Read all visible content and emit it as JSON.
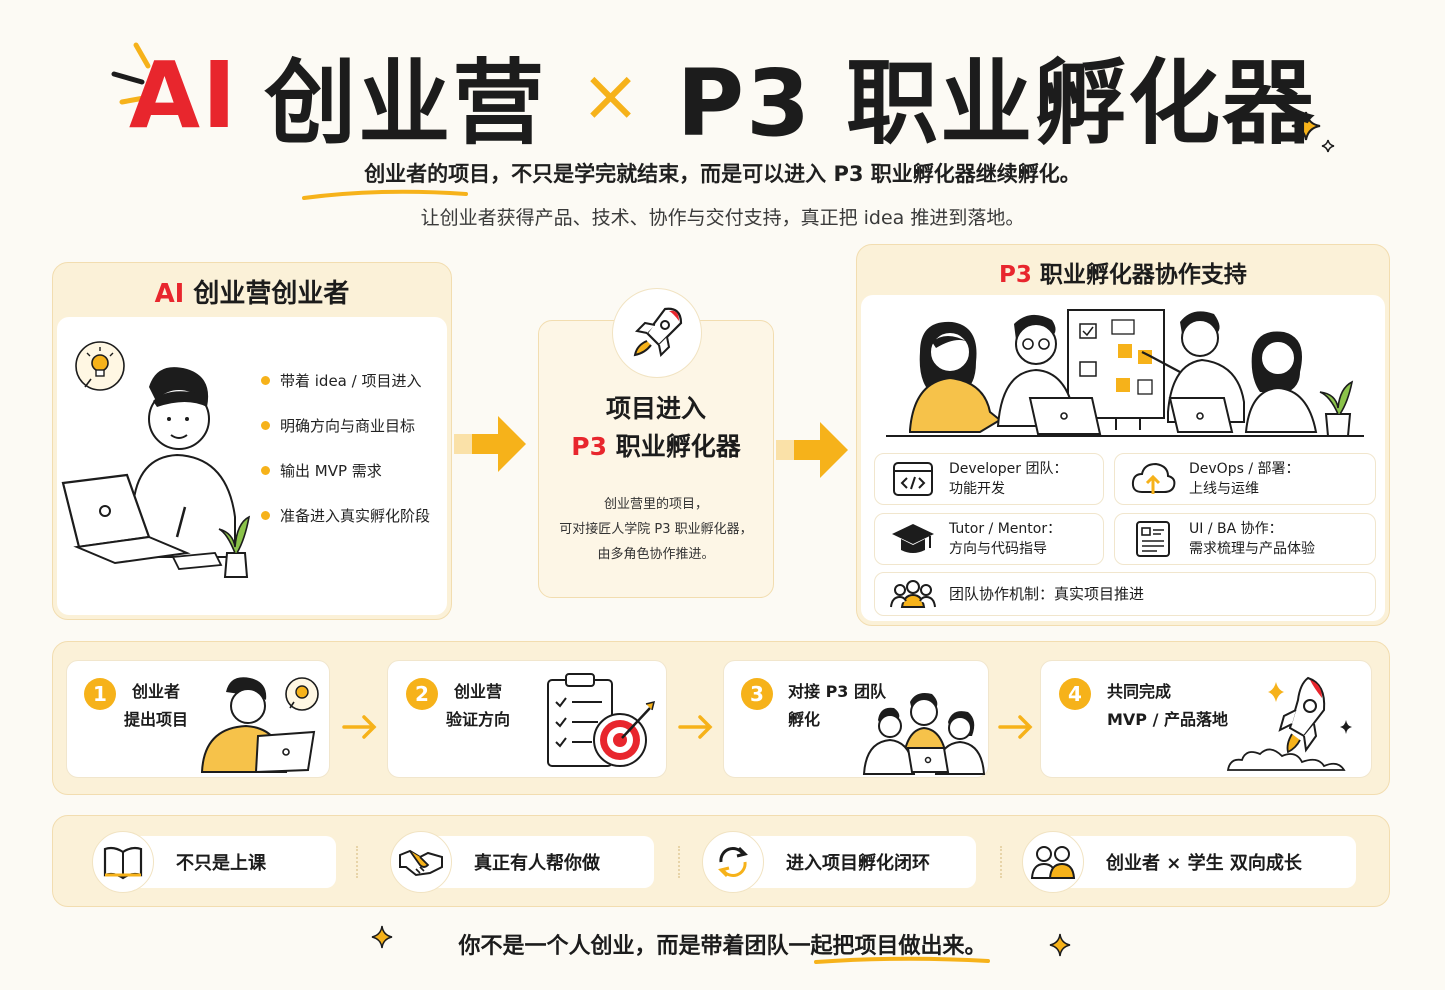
{
  "header": {
    "title_ai": "AI",
    "title_left": "创业营",
    "title_times": "×",
    "title_right": "P3 职业孵化器",
    "subtitle_line1": "创业者的项目，不只是学完就结束，而是可以进入 P3 职业孵化器继续孵化。",
    "subtitle_line2": "让创业者获得产品、技术、协作与交付支持，真正把 idea 推进到落地。"
  },
  "left_panel": {
    "title_ai": "AI",
    "title_rest": " 创业营创业者",
    "bullets": [
      "带着 idea / 项目进入",
      "明确方向与商业目标",
      "输出 MVP 需求",
      "准备进入真实孵化阶段"
    ]
  },
  "middle_card": {
    "line1": "项目进入",
    "line2_p3": "P3",
    "line2_rest": " 职业孵化器",
    "desc1": "创业营里的项目，",
    "desc2": "可对接匠人学院 P3 职业孵化器，",
    "desc3": "由多角色协作推进。"
  },
  "right_panel": {
    "title_p3": "P3",
    "title_rest": " 职业孵化器协作支持",
    "roles": [
      {
        "name": "Developer 团队：",
        "desc": "功能开发",
        "icon": "code-icon"
      },
      {
        "name": "DevOps / 部署：",
        "desc": "上线与运维",
        "icon": "cloud-upload-icon"
      },
      {
        "name": "Tutor / Mentor：",
        "desc": "方向与代码指导",
        "icon": "graduation-cap-icon"
      },
      {
        "name": "UI / BA 协作：",
        "desc": "需求梳理与产品体验",
        "icon": "document-icon"
      }
    ],
    "team_mechanism": "团队协作机制：真实项目推进"
  },
  "steps": [
    {
      "num": "1",
      "line1": "创业者",
      "line2": "提出项目"
    },
    {
      "num": "2",
      "line1": "创业营",
      "line2": "验证方向"
    },
    {
      "num": "3",
      "line1": "对接 P3 团队",
      "line2": "孵化"
    },
    {
      "num": "4",
      "line1": "共同完成",
      "line2": "MVP / 产品落地"
    }
  ],
  "features": [
    {
      "label": "不只是上课",
      "icon": "book-icon"
    },
    {
      "label": "真正有人帮你做",
      "icon": "handshake-icon"
    },
    {
      "label": "进入项目孵化闭环",
      "icon": "cycle-icon"
    },
    {
      "label": "创业者 × 学生 双向成长",
      "icon": "people-icon"
    }
  ],
  "footer": {
    "text": "你不是一个人创业，而是带着团队一起把项目做出来。"
  },
  "colors": {
    "accent": "#f6b21a",
    "red": "#e8262d",
    "panel_bg": "#fbf1d8"
  }
}
